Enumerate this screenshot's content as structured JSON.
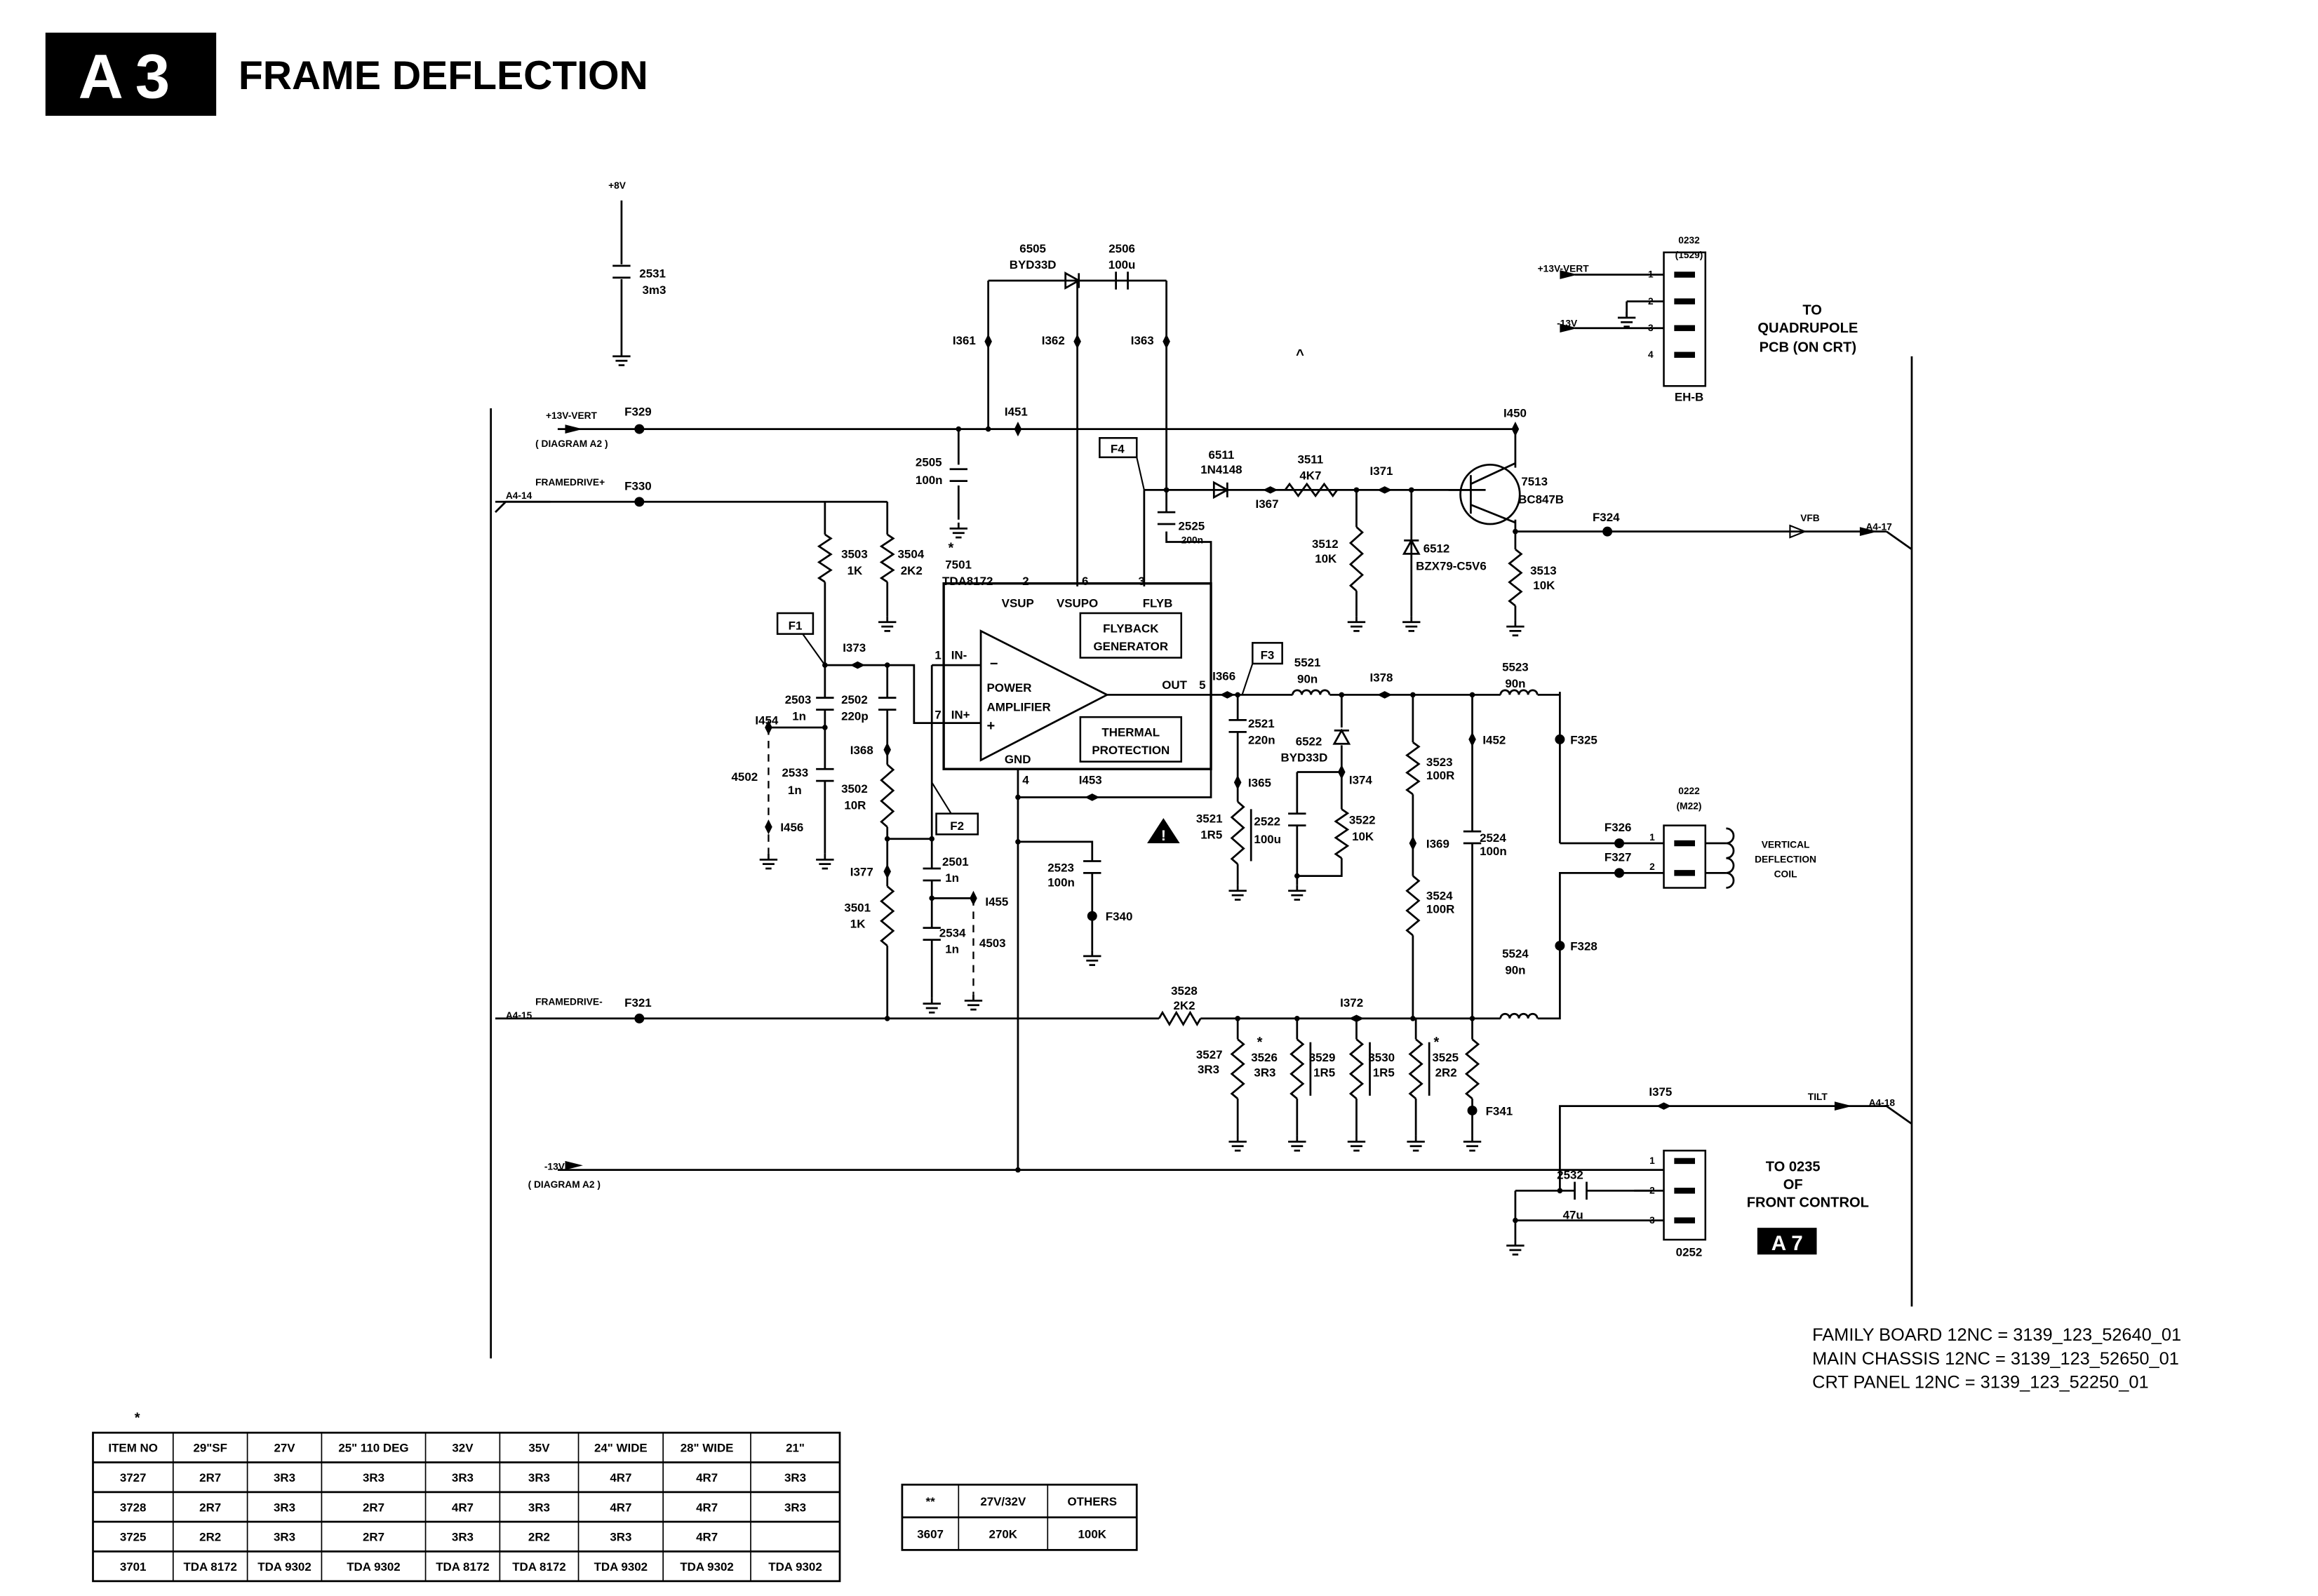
{
  "header": {
    "badge": "A3",
    "title": "FRAME DEFLECTION"
  },
  "colors": {
    "ink": "#000000",
    "paper": "#ffffff"
  },
  "labels": {
    "v8": "+8V",
    "c2531": "2531",
    "c2531v": "3m3",
    "j0232": "0232",
    "j0232b": "(1529)",
    "j0232_13v": "+13V-VERT",
    "j0232_m13": "-13V",
    "j0232_p1": "1",
    "j0232_p2": "2",
    "j0232_p3": "3",
    "j0232_p4": "4",
    "j0232_type": "EH-B",
    "quad1": "TO",
    "quad2": "QUADRUPOLE",
    "quad3": "PCB (ON CRT)",
    "sup13": "+13V-VERT",
    "f329": "F329",
    "diag_a2a": "( DIAGRAM A2 )",
    "fdp": "FRAMEDRIVE+",
    "f330": "F330",
    "a414": "A4-14",
    "d6505": "6505",
    "d6505v": "BYD33D",
    "c2506": "2506",
    "c2506v": "100u",
    "i361": "I361",
    "i362": "I362",
    "i363": "I363",
    "i451": "I451",
    "i450": "I450",
    "c2505": "2505",
    "c2505v": "100n",
    "caret": "^",
    "f4": "F4",
    "d6511": "6511",
    "d6511v": "1N4148",
    "i367": "I367",
    "r3511": "3511",
    "r3511v": "4K7",
    "i371": "I371",
    "q7513": "7513",
    "q7513v": "BC847B",
    "c2525": "2525",
    "c2525v": "200n",
    "r3512": "3512",
    "r3512v": "10K",
    "z6512": "6512",
    "z6512v": "BZX79-C5V6",
    "f324": "F324",
    "vfb": "VFB",
    "a417": "A4-17",
    "r3513": "3513",
    "r3513v": "10K",
    "r3503": "3503",
    "r3503v": "1K",
    "r3504": "3504",
    "r3504v": "2K2",
    "ic_star": "*",
    "ic7501": "7501",
    "ic7501v": "TDA8172",
    "pin2": "2",
    "pin6": "6",
    "pin3": "3",
    "vsup": "VSUP",
    "vsupo": "VSUPO",
    "flyb": "FLYB",
    "fly1": "FLYBACK",
    "fly2": "GENERATOR",
    "pa1": "POWER",
    "pa2": "AMPLIFIER",
    "minus": "−",
    "plus": "+",
    "pin1": "1",
    "inm": "IN-",
    "pin7": "7",
    "inp": "IN+",
    "th1": "THERMAL",
    "th2": "PROTECTION",
    "gnd": "GND",
    "pin4": "4",
    "out": "OUT",
    "pin5": "5",
    "f1": "F1",
    "i373": "I373",
    "c2503": "2503",
    "c2503v": "1n",
    "c2502": "2502",
    "c2502v": "220p",
    "i454": "I454",
    "x4502": "4502",
    "c2533": "2533",
    "c2533v": "1n",
    "i456": "I456",
    "i368": "I368",
    "r3502": "3502",
    "r3502v": "10R",
    "f2": "F2",
    "i377": "I377",
    "r3501": "3501",
    "r3501v": "1K",
    "c2501": "2501",
    "c2501v": "1n",
    "i455": "I455",
    "c2534": "2534",
    "c2534v": "1n",
    "x4503": "4503",
    "fdm": "FRAMEDRIVE-",
    "f321": "F321",
    "a415": "A4-15",
    "i453": "I453",
    "c2523": "2523",
    "c2523v": "100n",
    "f340": "F340",
    "i366": "I366",
    "f3": "F3",
    "l5521": "5521",
    "l5521v": "90n",
    "i378": "I378",
    "l5523": "5523",
    "l5523v": "90n",
    "f325": "F325",
    "f326": "F326",
    "f327": "F327",
    "f328": "F328",
    "l5524": "5524",
    "l5524v": "90n",
    "j0222": "0222",
    "j0222b": "(M22)",
    "j0222_p1": "1",
    "j0222_p2": "2",
    "coil1": "VERTICAL",
    "coil2": "DEFLECTION",
    "coil3": "COIL",
    "c2521": "2521",
    "c2521v": "220n",
    "d6522": "6522",
    "d6522v": "BYD33D",
    "i365": "I365",
    "i374": "I374",
    "r3521": "3521",
    "r3521v": "1R5",
    "c2522": "2522",
    "c2522v": "100u",
    "r3522": "3522",
    "r3522v": "10K",
    "r3523": "3523",
    "r3523v": "100R",
    "i369": "I369",
    "r3524": "3524",
    "r3524v": "100R",
    "i452": "I452",
    "c2524": "2524",
    "c2524v": "100n",
    "r3528": "3528",
    "r3528v": "2K2",
    "i372": "I372",
    "r3527": "3527",
    "r3527v": "3R3",
    "star1": "*",
    "r3526": "3526",
    "r3526v": "3R3",
    "r3529": "3529",
    "r3529v": "1R5",
    "r3530": "3530",
    "r3530v": "1R5",
    "star2": "*",
    "r3525": "3525",
    "r3525v": "2R2",
    "f341": "F341",
    "m13": "-13V",
    "diag_a2b": "( DIAGRAM A2 )",
    "j0252": "0252",
    "j0252_p1": "1",
    "j0252_p2": "2",
    "j0252_p3": "3",
    "c2532": "2532",
    "c2532v": "47u",
    "i375": "I375",
    "tilt": "TILT",
    "a418": "A4-18",
    "fc1": "TO 0235",
    "fc2": "OF",
    "fc3": "FRONT CONTROL",
    "a7": "A 7",
    "nc1": "FAMILY BOARD 12NC = 3139_123_52640_01",
    "nc2": "MAIN CHASSIS 12NC = 3139_123_52650_01",
    "nc3": "CRT PANEL 12NC = 3139_123_52250_01",
    "tstar": "*"
  },
  "variant_table": {
    "headers": [
      "ITEM NO",
      "29\"SF",
      "27V",
      "25\" 110 DEG",
      "32V",
      "35V",
      "24\" WIDE",
      "28\" WIDE",
      "21\""
    ],
    "rows": [
      [
        "3727",
        "2R7",
        "3R3",
        "3R3",
        "3R3",
        "3R3",
        "4R7",
        "4R7",
        "3R3"
      ],
      [
        "3728",
        "2R7",
        "3R3",
        "2R7",
        "4R7",
        "3R3",
        "4R7",
        "4R7",
        "3R3"
      ],
      [
        "3725",
        "2R2",
        "3R3",
        "2R7",
        "3R3",
        "2R2",
        "3R3",
        "4R7",
        ""
      ],
      [
        "3701",
        "TDA 8172",
        "TDA 9302",
        "TDA 9302",
        "TDA 8172",
        "TDA 8172",
        "TDA 9302",
        "TDA 9302",
        "TDA 9302"
      ]
    ]
  },
  "resistor_table": {
    "headers": [
      "**",
      "27V/32V",
      "OTHERS"
    ],
    "rows": [
      [
        "3607",
        "270K",
        "100K"
      ]
    ]
  }
}
